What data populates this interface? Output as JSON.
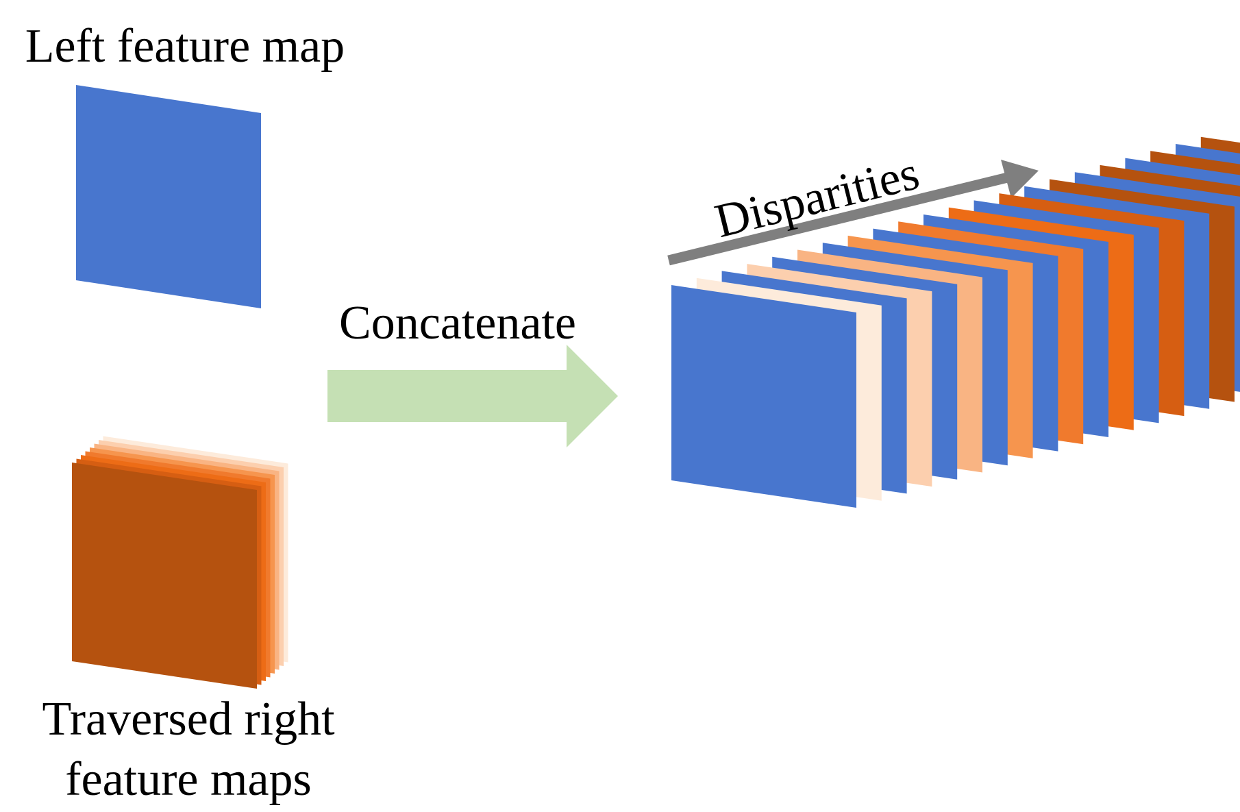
{
  "labels": {
    "left_map": "Left feature map",
    "right_maps_line1": "Traversed right",
    "right_maps_line2": "feature maps",
    "concatenate": "Concatenate",
    "disparities": "Disparities"
  },
  "colors": {
    "left_blue": "#4876CE",
    "right_top": "#B5520F",
    "concat_arrow": "#C5E0B4",
    "disparity_arrow": "#7F7F7F",
    "orange_shades": [
      "#FDEBDB",
      "#FCCFAE",
      "#F9B483",
      "#F6954E",
      "#F07A2D",
      "#ED6C16",
      "#D65E12",
      "#B5520F"
    ]
  }
}
